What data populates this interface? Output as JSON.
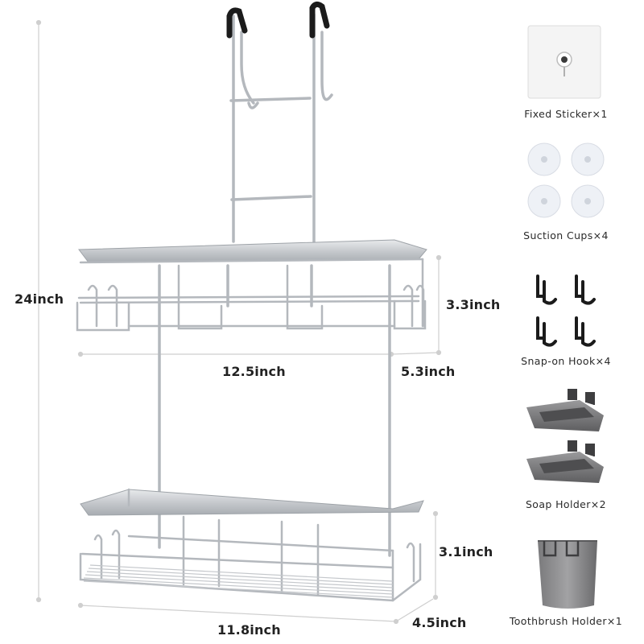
{
  "dimensions": {
    "total_height": "24inch",
    "top_basket_height": "3.3inch",
    "top_basket_width": "12.5inch",
    "top_basket_depth": "5.3inch",
    "bottom_basket_height": "3.1inch",
    "bottom_basket_width": "11.8inch",
    "bottom_basket_depth": "4.5inch"
  },
  "accessories": [
    {
      "label": "Fixed Sticker×1",
      "icon": "adhesive-sticker-icon"
    },
    {
      "label": "Suction Cups×4",
      "icon": "suction-cup-icon"
    },
    {
      "label": "Snap-on Hook×4",
      "icon": "snap-hook-icon"
    },
    {
      "label": "Soap Holder×2",
      "icon": "soap-dish-icon"
    },
    {
      "label": "Toothbrush Holder×1",
      "icon": "toothbrush-cup-icon"
    }
  ],
  "colors": {
    "metal": "#c9ccd0",
    "metal_dark": "#9aa0a6",
    "hook_tip": "#1b1b1b",
    "plastic_gray": "#6e6e70",
    "dimension_line": "#c8c8c8"
  }
}
